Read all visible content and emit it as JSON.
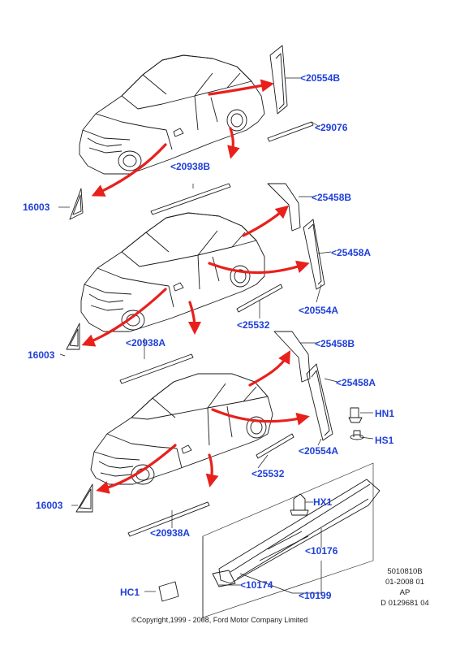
{
  "callouts": {
    "c1": "<20554B",
    "c2": "<29076",
    "c3": "<20938B",
    "c4": "16003",
    "c5": "<25458B",
    "c6": "<25458A",
    "c7": "<20554A",
    "c8": "<25532",
    "c9": "16003",
    "c10": "<20938A",
    "c11": "<25458B",
    "c12": "<25458A",
    "c13": "HN1",
    "c14": "HS1",
    "c15": "<20554A",
    "c16": "<25532",
    "c17": "16003",
    "c18": "HX1",
    "c19": "<20938A",
    "c20": "<10176",
    "c21": "HC1",
    "c22": "<10174",
    "c23": "<10199"
  },
  "reference": {
    "line1": "5010810B",
    "line2": "01-2008 01",
    "line3": "AP",
    "line4": "D 0129681 04"
  },
  "copyright": "©Copyright,1999 - 2008, Ford Motor Company Limited",
  "colors": {
    "callout": "#1f3fd8",
    "arrow": "#e8201c",
    "line": "#1a1a1a"
  }
}
